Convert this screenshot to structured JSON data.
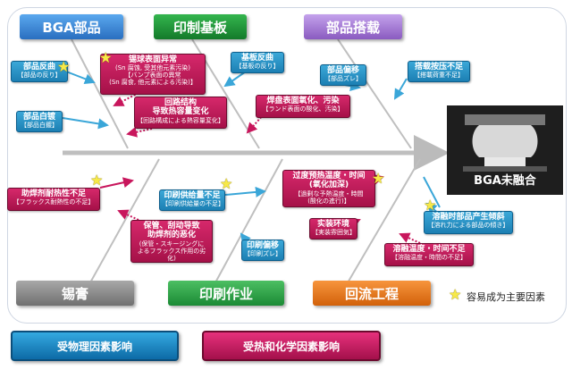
{
  "categories": {
    "bga": "BGA部品",
    "print_board": "印制基板",
    "mounting": "部品搭载",
    "paste": "锡膏",
    "print_op": "印刷作业",
    "reflow": "回流工程"
  },
  "result": "BGA未融合",
  "causes": {
    "part_warp": {
      "main": "部品反曲",
      "sub": "【部品の反り】"
    },
    "part_plating": {
      "main": "部品白镀",
      "sub": "【部品白鍍】"
    },
    "ball_surface": {
      "main": "锡球表面异常",
      "main2": "(Sn 腐蚀, 受其他元素污染)",
      "sub": "【バンプ表面の異常",
      "sub2": "(Sn 腐食, 他元素による汚染)】"
    },
    "circuit": {
      "main": "回路结构",
      "main2": "导致热容量变化",
      "sub": "【回路構成による熱容量変化】"
    },
    "board_warp": {
      "main": "基板反曲",
      "sub": "【基板の反り】"
    },
    "land_oxid": {
      "main": "焊盘表面氧化、污染",
      "sub": "【ランド表面の酸化、汚染】"
    },
    "part_shift": {
      "main": "部品偏移",
      "sub": "【部品ズレ】"
    },
    "mount_pressure": {
      "main": "搭载按压不足",
      "sub": "【搭載荷重不足】"
    },
    "flux_heat": {
      "main": "助焊剂耐热性不足",
      "sub": "【フラックス耐熱性の不足】"
    },
    "storage": {
      "main": "保管、刮动导致",
      "main2": "助焊剂的恶化",
      "sub": "(保管・スキージングに",
      "sub2": "よるフラックス作用の劣化)"
    },
    "print_supply": {
      "main": "印刷供给量不足",
      "sub": "【印刷供給量の不足】"
    },
    "print_shift": {
      "main": "印刷偏移",
      "sub": "【印刷ズレ】"
    },
    "preheat": {
      "main": "过度预热温度・时间",
      "main2": "(氧化加深)",
      "sub": "【過剰な予熱温度・時間",
      "sub2": "(酸化の進行)】"
    },
    "env": {
      "main": "实装环境",
      "sub": "【実装雰囲気】"
    },
    "vibration": {
      "main": "溶融时部品产生倾斜",
      "sub": "【溶れ力による部品の傾き】"
    },
    "melt_temp": {
      "main": "溶融温度・时间不足",
      "sub": "【溶融温度・時間の不足】"
    }
  },
  "legend": {
    "star_note": "容易成为主要因素",
    "physical": "受物理因素影响",
    "thermal": "受热和化学因素影响"
  },
  "colors": {
    "physical": "#1c7fb3",
    "thermal": "#b8155a",
    "bga": "#3d8fd8",
    "print_board": "#1e9a3a",
    "mounting": "#a779d4",
    "paste": "#8e8e8e",
    "print_op": "#2ea34a",
    "reflow": "#ef7a1d"
  }
}
